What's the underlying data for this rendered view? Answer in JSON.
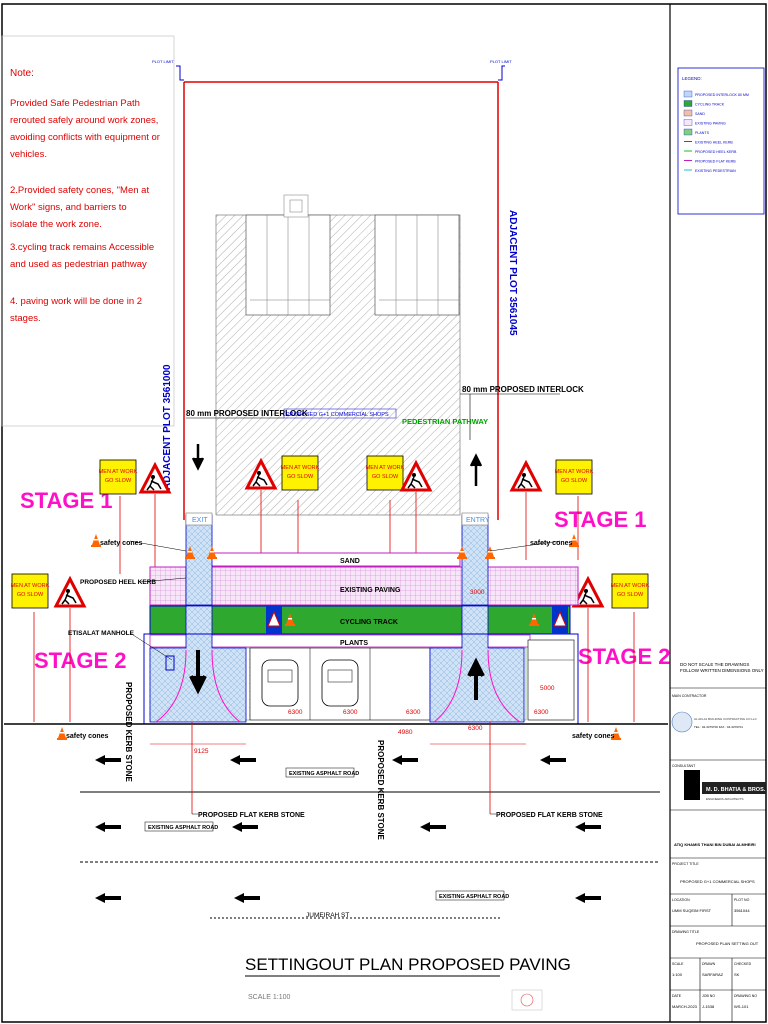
{
  "notes": {
    "heading": "Note:",
    "items": [
      [
        "Provided Safe Pedestrian Path",
        "rerouted safely around work zones,",
        "avoiding conflicts with equipment or",
        "vehicles."
      ],
      [
        "2.Provided safety cones, \"Men at",
        "Work\" signs, and barriers to",
        "isolate the work zone."
      ],
      [
        "3.cycling track remains Accessible",
        "and used as pedestrian pathway"
      ],
      [
        "4. paving work will be done in 2",
        "stages."
      ]
    ]
  },
  "labels": {
    "plot_limit": "PLOT LIMIT",
    "adjacent_left": "ADJACENT PLOT 3561000",
    "adjacent_right": "ADJACENT PLOT 3561045",
    "interlock_left": "80 mm PROPOSED INTERLOCK",
    "interlock_right": "80 mm PROPOSED INTERLOCK",
    "shops": "PROPOSED G+1 COMMERCIAL SHOPS",
    "pedestrian": "PEDESTRIAN PATHWAY",
    "stage1": "STAGE 1",
    "stage2": "STAGE 2",
    "men_at_work_1": "MEN AT WORK",
    "men_at_work_2": "GO SLOW",
    "safety_cones": "safety cones",
    "exit": "EXIT",
    "entry": "ENTRY",
    "sand": "SAND",
    "existing_paving": "EXISTING PAVING",
    "cycling_track": "CYCLING TRACK",
    "plants": "PLANTS",
    "heel_kerb": "PROPOSED HEEL KERB",
    "manhole": "ETISALAT MANHOLE",
    "kerb_stone_vertical": "PROPOSED KERB STONE",
    "flat_kerb": "PROPOSED FLAT KERB STONE",
    "asphalt": "EXISTING ASPHALT ROAD",
    "street": "JUMEIRAH ST",
    "title": "SETTINGOUT PLAN PROPOSED PAVING",
    "scale_text": "SCALE 1:100"
  },
  "dimensions": [
    "9125",
    "6300",
    "6300",
    "6300",
    "4980",
    "6300",
    "5000",
    "6300",
    "3000"
  ],
  "legend": {
    "title": "LEGEND:",
    "items": [
      "PROPOSED INTERLOCK 80 MM",
      "CYCLING TRACK",
      "SAND",
      "EXISTING PAVING",
      "PLANTS",
      "EXISTING HEEL KERB",
      "PROPOSED HEEL KERB",
      "PROPOSED FLAT KERB",
      "EXISTING PEDESTRIAN"
    ],
    "line_colors": [
      "#d62020",
      "#22bb22",
      "#c020c0",
      "#20c0c0"
    ]
  },
  "titleblock": {
    "note": "DO NOT SCALE THE DRAWINGS FOLLOW WRITTEN DIMENSIONS ONLY",
    "main_contractor_label": "MAIN CONTRACTOR",
    "contractor_name": "AL AFLAJ BUILDING CONTRACTING CO LLC",
    "contractor_tel": "TEL : 04-3379700  FAX : 04-3379701",
    "consultant_label": "CONSULTANT",
    "consultant_name": "M. D. BHATIA & BROS.",
    "consultant_sub": "ENGINEERS ARCHITECTS",
    "client": "ATIQ KHAMIS THANI BIN DUBAI ALMHEIRI",
    "project_label": "PROJECT TITLE",
    "project": "PROPOSED G+1 COMMERCIAL SHOPS",
    "location_label": "LOCATION",
    "location": "UMM SUQEIM FIRST",
    "plot_label": "PLOT NO",
    "plot": "3561044",
    "drawing_label": "DRAWING TITLE",
    "drawing": "PROPOSED PLAN SETTING OUT",
    "scale_label": "SCALE",
    "scale": "1:100",
    "drawn_label": "DRAWN",
    "drawn": "SARFARAZ",
    "checked_label": "CHECKED",
    "checked": "SK",
    "date_label": "DATE",
    "date": "MARCH-2023",
    "job_label": "JOB NO",
    "job": "J-1538",
    "dwg_label": "DRAWING NO",
    "dwg": "WS-101"
  },
  "colors": {
    "stage": "#ff10c8",
    "red": "#e00000",
    "blue": "#0000cc",
    "green": "#00a000",
    "sign_yellow": "#fff200",
    "cone": "#ff6600",
    "paving_blue": "#bcd8f2",
    "plants_green": "#2ea82e"
  }
}
